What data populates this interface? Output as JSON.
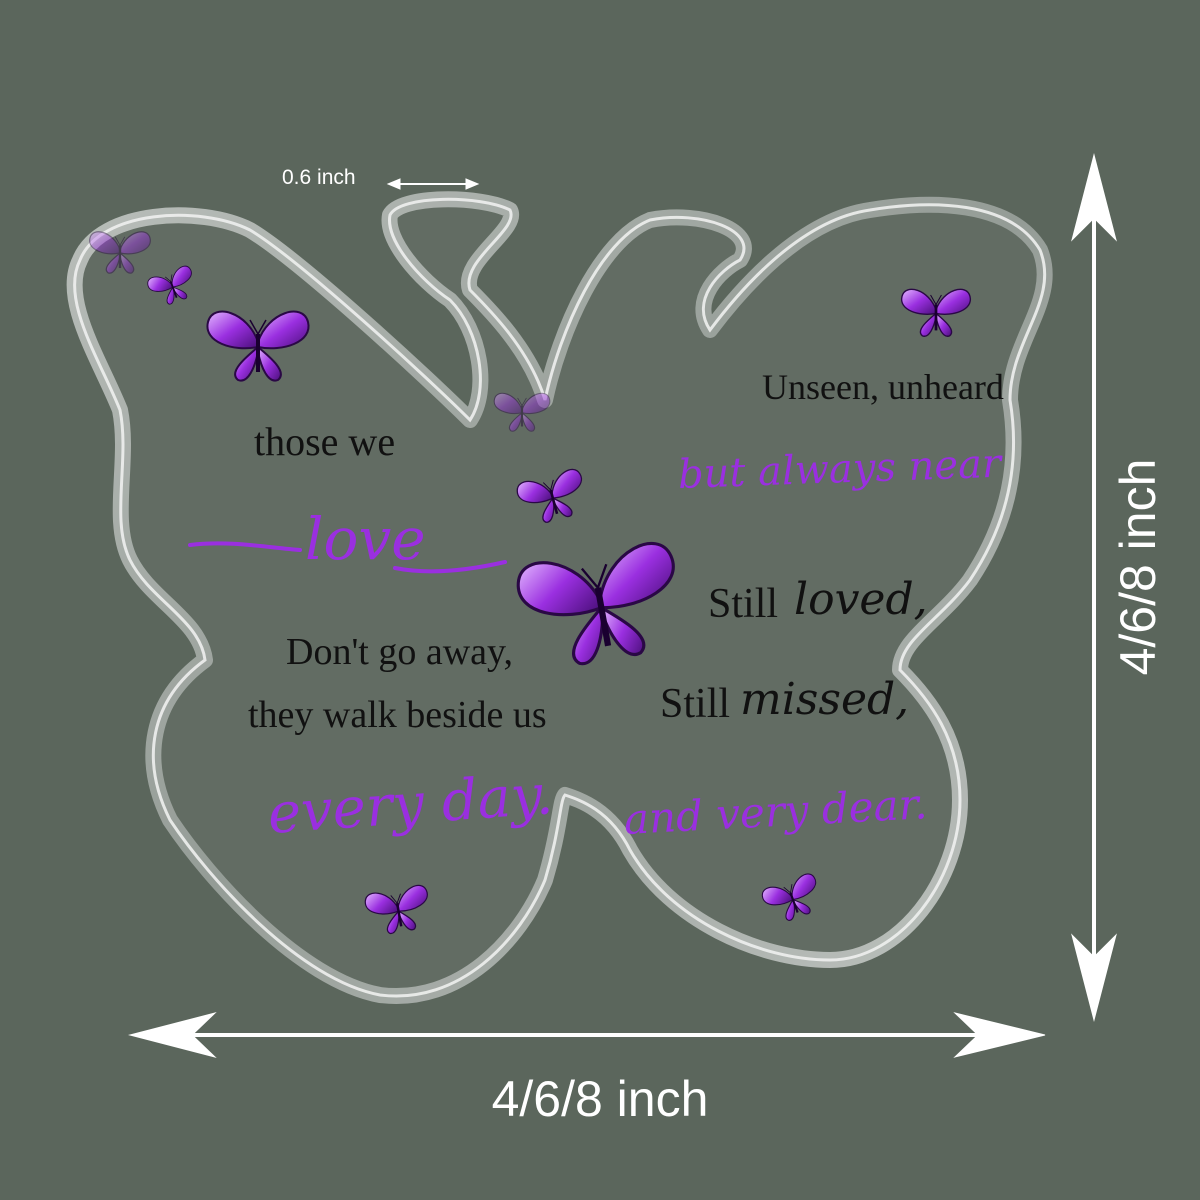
{
  "dimensions": {
    "thickness_label": "0.6 inch",
    "width_label": "4/6/8 inch",
    "height_label": "4/6/8 inch"
  },
  "poem": {
    "line1": "those we",
    "line2": "love",
    "line3": "Don't go away,",
    "line4": "they walk beside us",
    "line5": "every day.",
    "line6": "Unseen, unheard",
    "line7": "but always near",
    "line8_prefix": "Still",
    "line8_script": "loved,",
    "line9_prefix": "Still",
    "line9_script": "missed,",
    "line10": "and very dear."
  },
  "colors": {
    "background": "#5b665c",
    "accent_purple": "#9a2fe0",
    "text": "#111111",
    "dimension_arrows": "#ffffff"
  }
}
